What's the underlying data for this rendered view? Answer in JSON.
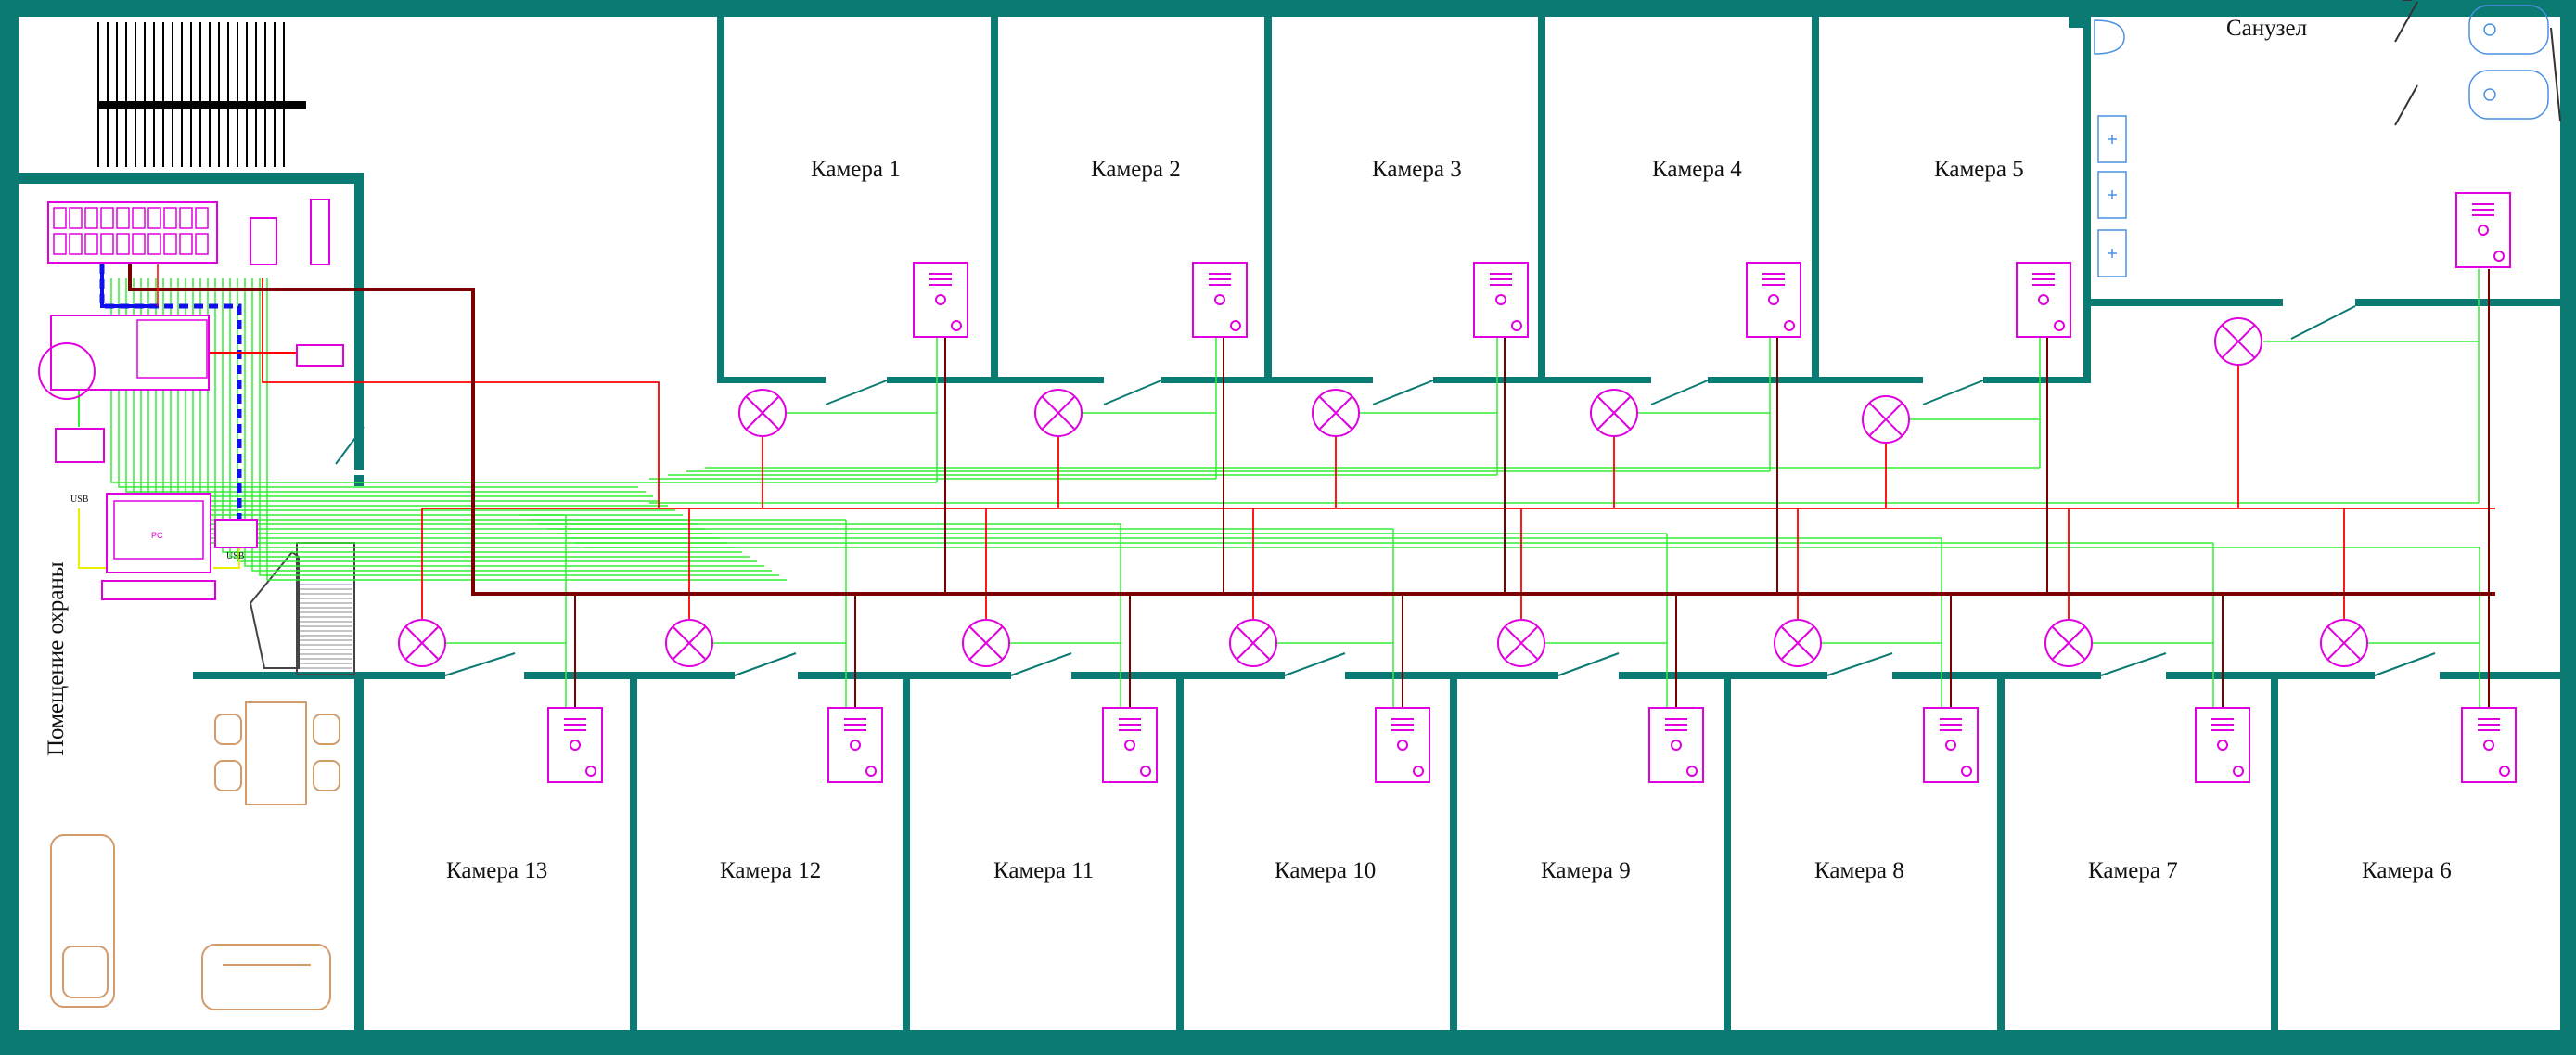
{
  "colors": {
    "wall": "#0a7a72",
    "alarm_line": "#ff0000",
    "signal_line": "#33ee33",
    "power_line": "#7a0000",
    "device": "#e000e0",
    "data_line": "#1010ee",
    "usb_line": "#eeee00",
    "furniture": "#d39a6a",
    "sanitary": "#4a90e2"
  },
  "rooms": {
    "bathroom": "Санузел",
    "guard_room": "Помещение охраны",
    "cells_top": [
      {
        "label": "Камера 1"
      },
      {
        "label": "Камера 2"
      },
      {
        "label": "Камера 3"
      },
      {
        "label": "Камера 4"
      },
      {
        "label": "Камера 5"
      }
    ],
    "cells_bottom": [
      {
        "label": "Камера 13"
      },
      {
        "label": "Камера 12"
      },
      {
        "label": "Камера 11"
      },
      {
        "label": "Камера 10"
      },
      {
        "label": "Камера 9"
      },
      {
        "label": "Камера 8"
      },
      {
        "label": "Камера 7"
      },
      {
        "label": "Камера 6"
      }
    ]
  },
  "equipment": {
    "usb_label_1": "USB",
    "usb_label_2": "USB",
    "pc_label": "PC"
  },
  "icons": [
    "detector-icon",
    "intercom-panel-icon",
    "control-panel-icon",
    "pc-icon",
    "printer-icon",
    "antenna-icon",
    "staircase-icon"
  ]
}
